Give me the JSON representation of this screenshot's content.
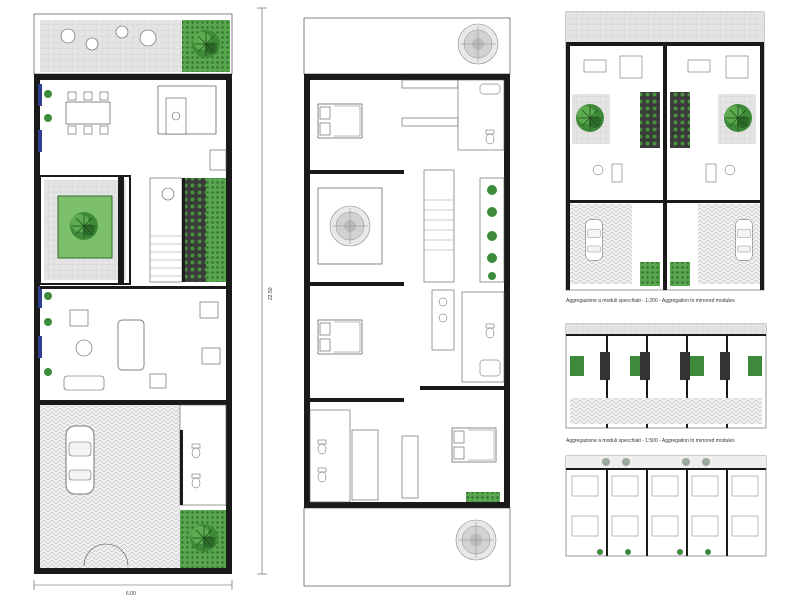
{
  "dimensions": {
    "plan_width": "6.00",
    "plan_depth": "22.50"
  },
  "captions": {
    "aggregation_1_200": "Aggregazione a moduli specchiati - 1:200 - Aggregation to mirrored modules",
    "aggregation_1_500": "Aggregazione a moduli specchiati - 1:500 - Aggregation to mirrored modules"
  },
  "colors": {
    "wall": "#1a1a1a",
    "garden": "#3c8a3a",
    "terrace": "#e7e7e7",
    "paving": "#ededed",
    "window": "#2e3f8f",
    "line": "#7a7a7a"
  }
}
